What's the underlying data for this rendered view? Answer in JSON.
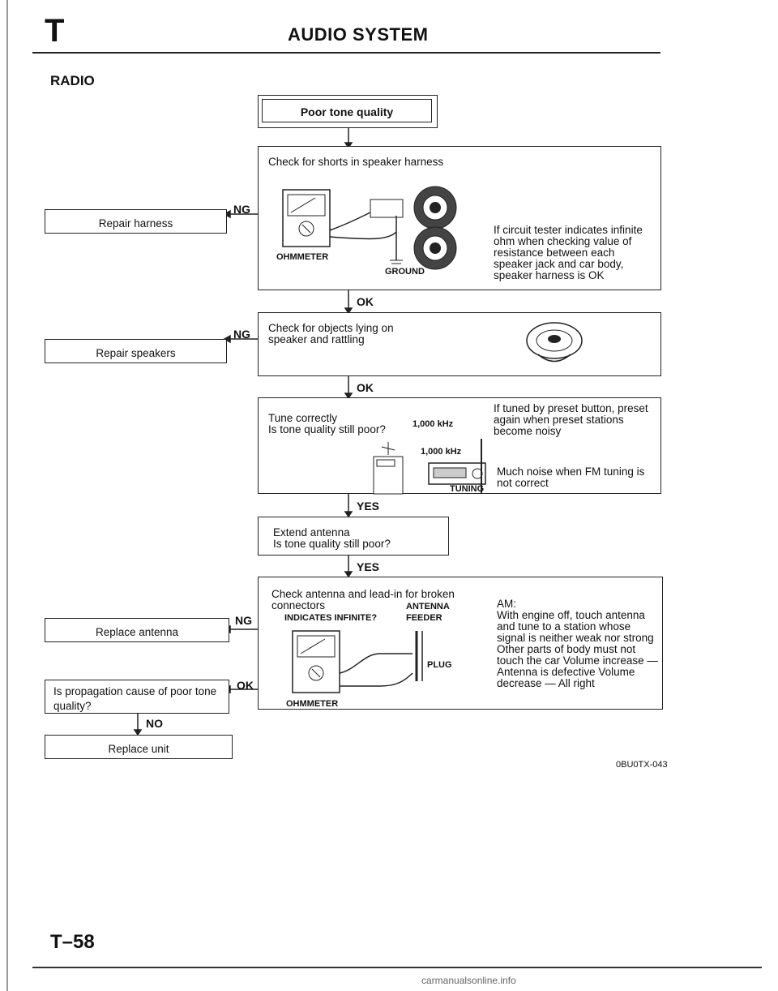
{
  "header": {
    "section_letter": "T",
    "title": "AUDIO SYSTEM"
  },
  "section_title": "RADIO",
  "start": "Poor tone quality",
  "steps": {
    "s1": {
      "text": "Check for shorts in speaker harness",
      "ohmmeter": "OHMMETER",
      "ground": "GROUND",
      "note": "If circuit tester indicates infinite ohm when checking value of resistance between each speaker jack and car body, speaker harness is OK"
    },
    "s2": {
      "text": "Check for objects lying on speaker and rattling"
    },
    "s3": {
      "line1": "Tune correctly",
      "line2": "Is tone quality still poor?",
      "freq1": "1,000 kHz",
      "freq2": "1,000 kHz",
      "tuning": "TUNING",
      "note1": "If tuned by preset button, preset again when preset stations become noisy",
      "note2": "Much noise when FM tuning is not correct"
    },
    "s4": {
      "line1": "Extend antenna",
      "line2": "Is tone quality still poor?"
    },
    "s5": {
      "line1": "Check antenna and lead-in for broken",
      "line2": "connectors",
      "indicates": "INDICATES INFINITE?",
      "antenna1": "ANTENNA",
      "antenna2": "FEEDER",
      "plug": "PLUG",
      "ohmmeter": "OHMMETER",
      "am_title": "AM:",
      "am_note": "With engine off, touch antenna and tune to a station whose signal is neither weak nor strong Other parts of body must not touch the car Volume increase — Antenna is defective Volume decrease — All right"
    }
  },
  "actions": {
    "repair_harness": "Repair harness",
    "repair_speakers": "Repair speakers",
    "replace_antenna": "Replace antenna",
    "propagation": "Is propagation cause of poor tone quality?",
    "replace_unit": "Replace unit"
  },
  "labels": {
    "ng": "NG",
    "ok": "OK",
    "yes": "YES",
    "no": "NO"
  },
  "ref_code": "0BU0TX-043",
  "page_number": "T–58",
  "watermark": "carmanualsonline.info"
}
